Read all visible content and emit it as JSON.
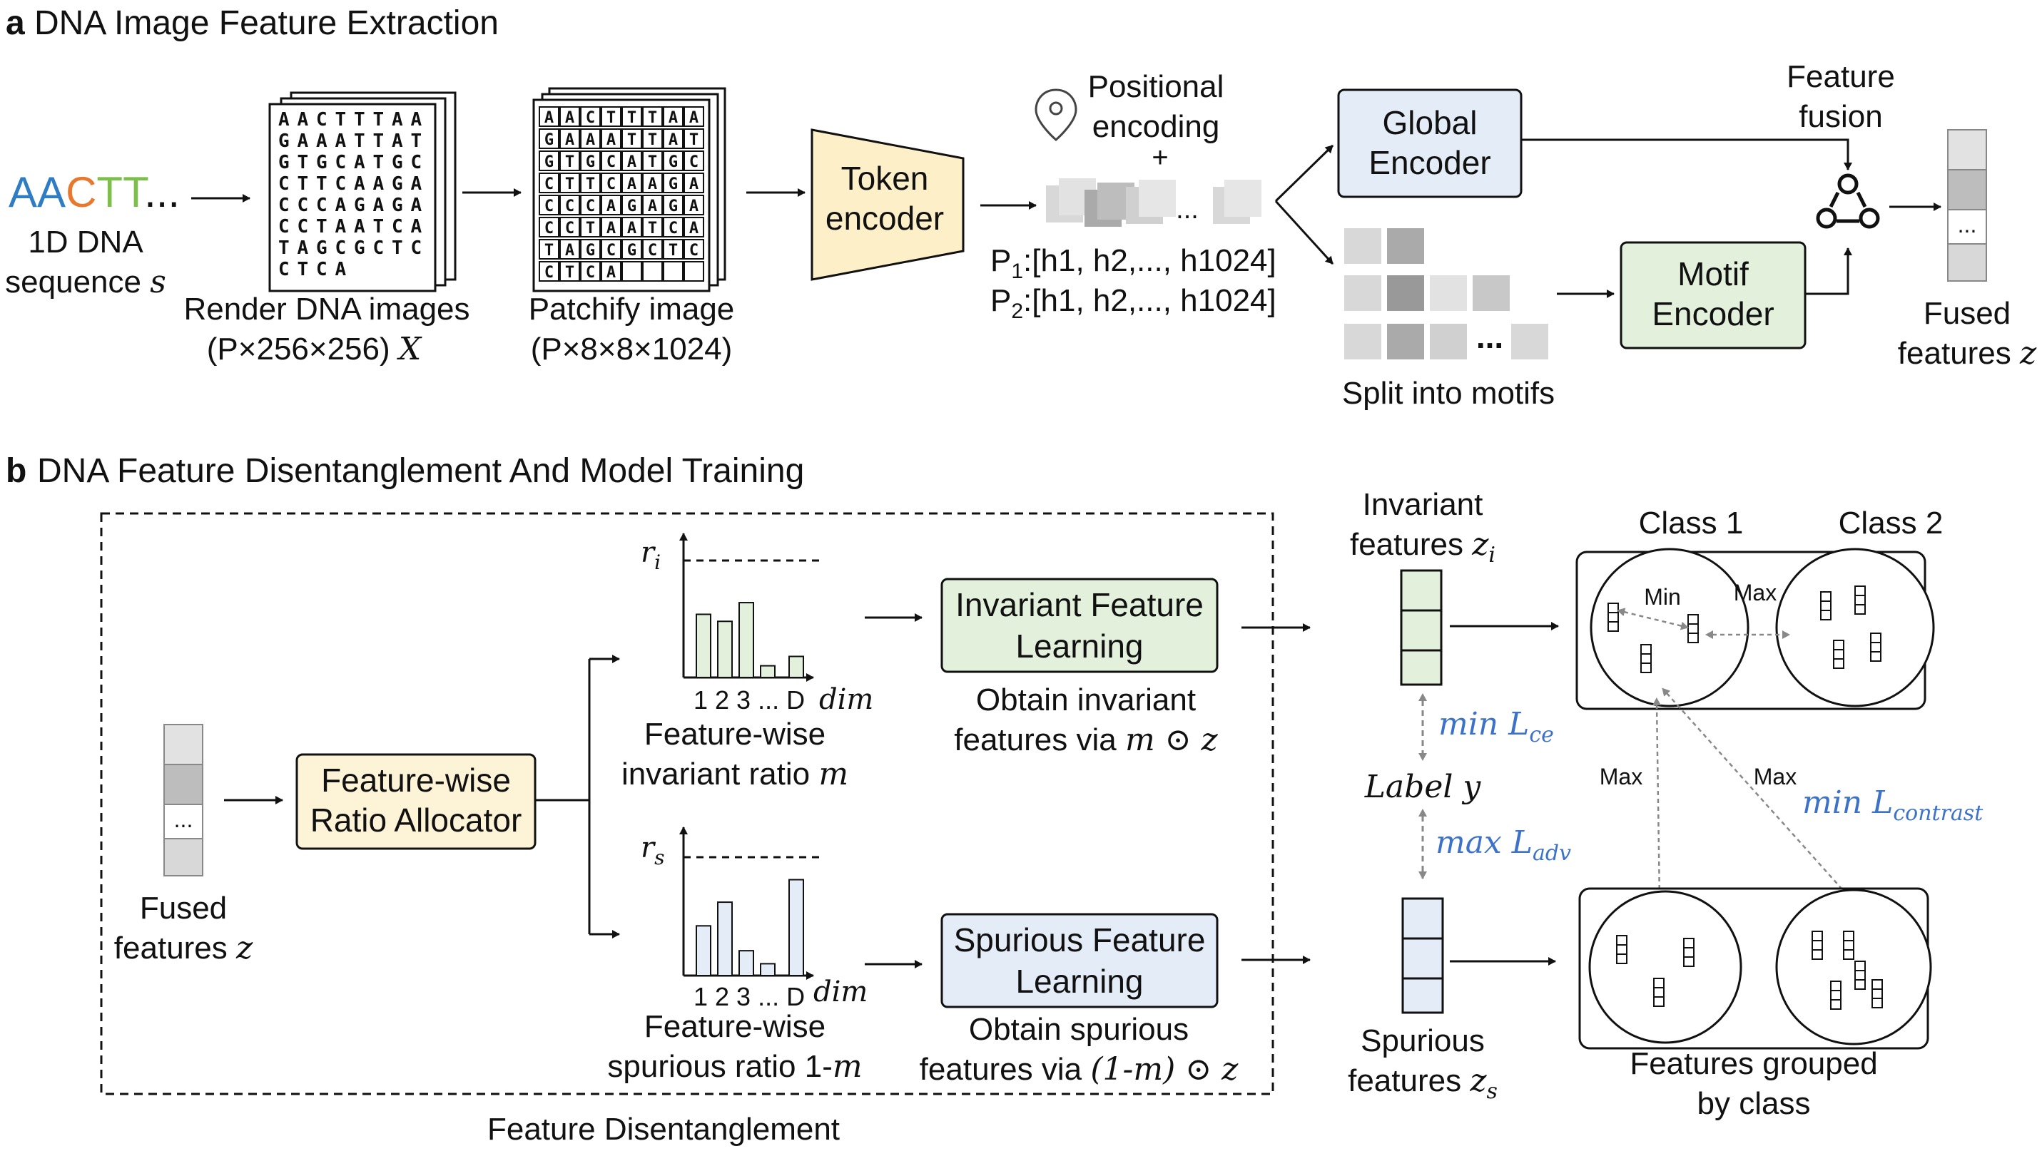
{
  "section_a": {
    "letter": "a",
    "title": "DNA Image Feature Extraction",
    "dna_seq": {
      "A1": "A",
      "A2": "A",
      "C": "C",
      "T1": "T",
      "T2": "T",
      "ellipsis": "..."
    },
    "dna_caption_1": "1D DNA",
    "dna_caption_2": "sequence",
    "dna_caption_var": "s",
    "grid_rows": [
      "AACTTTAA",
      "GAAATTAT",
      "GTGCATGC",
      "CTTCAAGA",
      "CCCAGAGA",
      "CCTAATCA",
      "TAGCGCTC",
      "CTCA"
    ],
    "render_caption_1": "Render DNA images",
    "render_caption_2": "(P×256×256)",
    "render_caption_var": "X",
    "patch_caption_1": "Patchify image",
    "patch_caption_2": "(P×8×8×1024)",
    "token_encoder_1": "Token",
    "token_encoder_2": "encoder",
    "pos_enc_1": "Positional",
    "pos_enc_2": "encoding",
    "pos_plus": "+",
    "token_ellipsis": "...",
    "p1_label": "P",
    "p1_sub": "1",
    "p1_rest": ":[h1, h2,..., h1024]",
    "p2_label": "P",
    "p2_sub": "2",
    "p2_rest": ":[h1, h2,..., h1024]",
    "global_enc_1": "Global",
    "global_enc_2": "Encoder",
    "motif_enc_1": "Motif",
    "motif_enc_2": "Encoder",
    "motifs_ellipsis": "...",
    "motifs_caption": "Split into motifs",
    "fusion_1": "Feature",
    "fusion_2": "fusion",
    "fused_ellipsis": "...",
    "fused_caption_1": "Fused",
    "fused_caption_2": "features",
    "fused_caption_var": "z"
  },
  "section_b": {
    "letter": "b",
    "title": "DNA Feature Disentanglement And Model Training",
    "fused_ellipsis": "...",
    "fused_caption_1": "Fused",
    "fused_caption_2": "features",
    "fused_caption_var": "z",
    "allocator_1": "Feature-wise",
    "allocator_2": "Ratio Allocator",
    "inv_chart": {
      "threshold_label": "r",
      "threshold_sub": "i",
      "axis_label": "dim",
      "ticks": "1 2 3 ... D",
      "caption_1": "Feature-wise",
      "caption_2": "invariant ratio",
      "caption_var": "m"
    },
    "spu_chart": {
      "threshold_label": "r",
      "threshold_sub": "s",
      "axis_label": "dim",
      "ticks": "1 2 3 ... D",
      "caption_1": "Feature-wise",
      "caption_2": "spurious ratio 1-",
      "caption_var": "m"
    },
    "inv_learning_1": "Invariant Feature",
    "inv_learning_2": "Learning",
    "inv_obtain_1": "Obtain invariant",
    "inv_obtain_2": "features via",
    "inv_obtain_expr": "m ⊙ z",
    "spu_learning_1": "Spurious Feature",
    "spu_learning_2": "Learning",
    "spu_obtain_1": "Obtain spurious",
    "spu_obtain_2": "features via",
    "spu_obtain_expr": "(1-m) ⊙ z",
    "disentangle_caption": "Feature Disentanglement",
    "inv_features_1": "Invariant",
    "inv_features_2": "features",
    "inv_features_var": "z",
    "inv_features_sub": "i",
    "spu_features_1": "Spurious",
    "spu_features_2": "features",
    "spu_features_var": "z",
    "spu_features_sub": "s",
    "label_y": "Label y",
    "min_lce": "min L",
    "min_lce_sub": "ce",
    "max_ladv": "max L",
    "max_ladv_sub": "adv",
    "min_lcontrast": "min L",
    "min_lcontrast_sub": "contrast",
    "class1": "Class 1",
    "class2": "Class 2",
    "min_label": "Min",
    "max_label_1": "Max",
    "max_label_2": "Max",
    "max_label_3": "Max",
    "grouped_1": "Features grouped",
    "grouped_2": "by class"
  },
  "colors": {
    "dna_A": "#2e7cc4",
    "dna_C": "#e8782e",
    "dna_T": "#7cbf4a",
    "token_fill": "#fdf0c8",
    "global_fill": "#e4ecf7",
    "motif_fill": "#e3f1dc",
    "allocator_fill": "#fdf3d6",
    "inv_fill": "#e3f1dc",
    "spu_fill": "#e4ecf7",
    "loss_blue": "#3d72c9",
    "inv_bar": "#e3f1dc",
    "spu_bar": "#e4ecf7"
  },
  "chart_data": [
    {
      "type": "bar",
      "name": "invariant ratio",
      "categories": [
        "1",
        "2",
        "3",
        "...",
        "D"
      ],
      "values": [
        0.54,
        0.48,
        0.64,
        0.1,
        0.18
      ],
      "threshold": 1.0
    },
    {
      "type": "bar",
      "name": "spurious ratio",
      "categories": [
        "1",
        "2",
        "3",
        "...",
        "D"
      ],
      "values": [
        0.42,
        0.62,
        0.21,
        0.1,
        0.81
      ],
      "threshold": 1.0
    }
  ]
}
